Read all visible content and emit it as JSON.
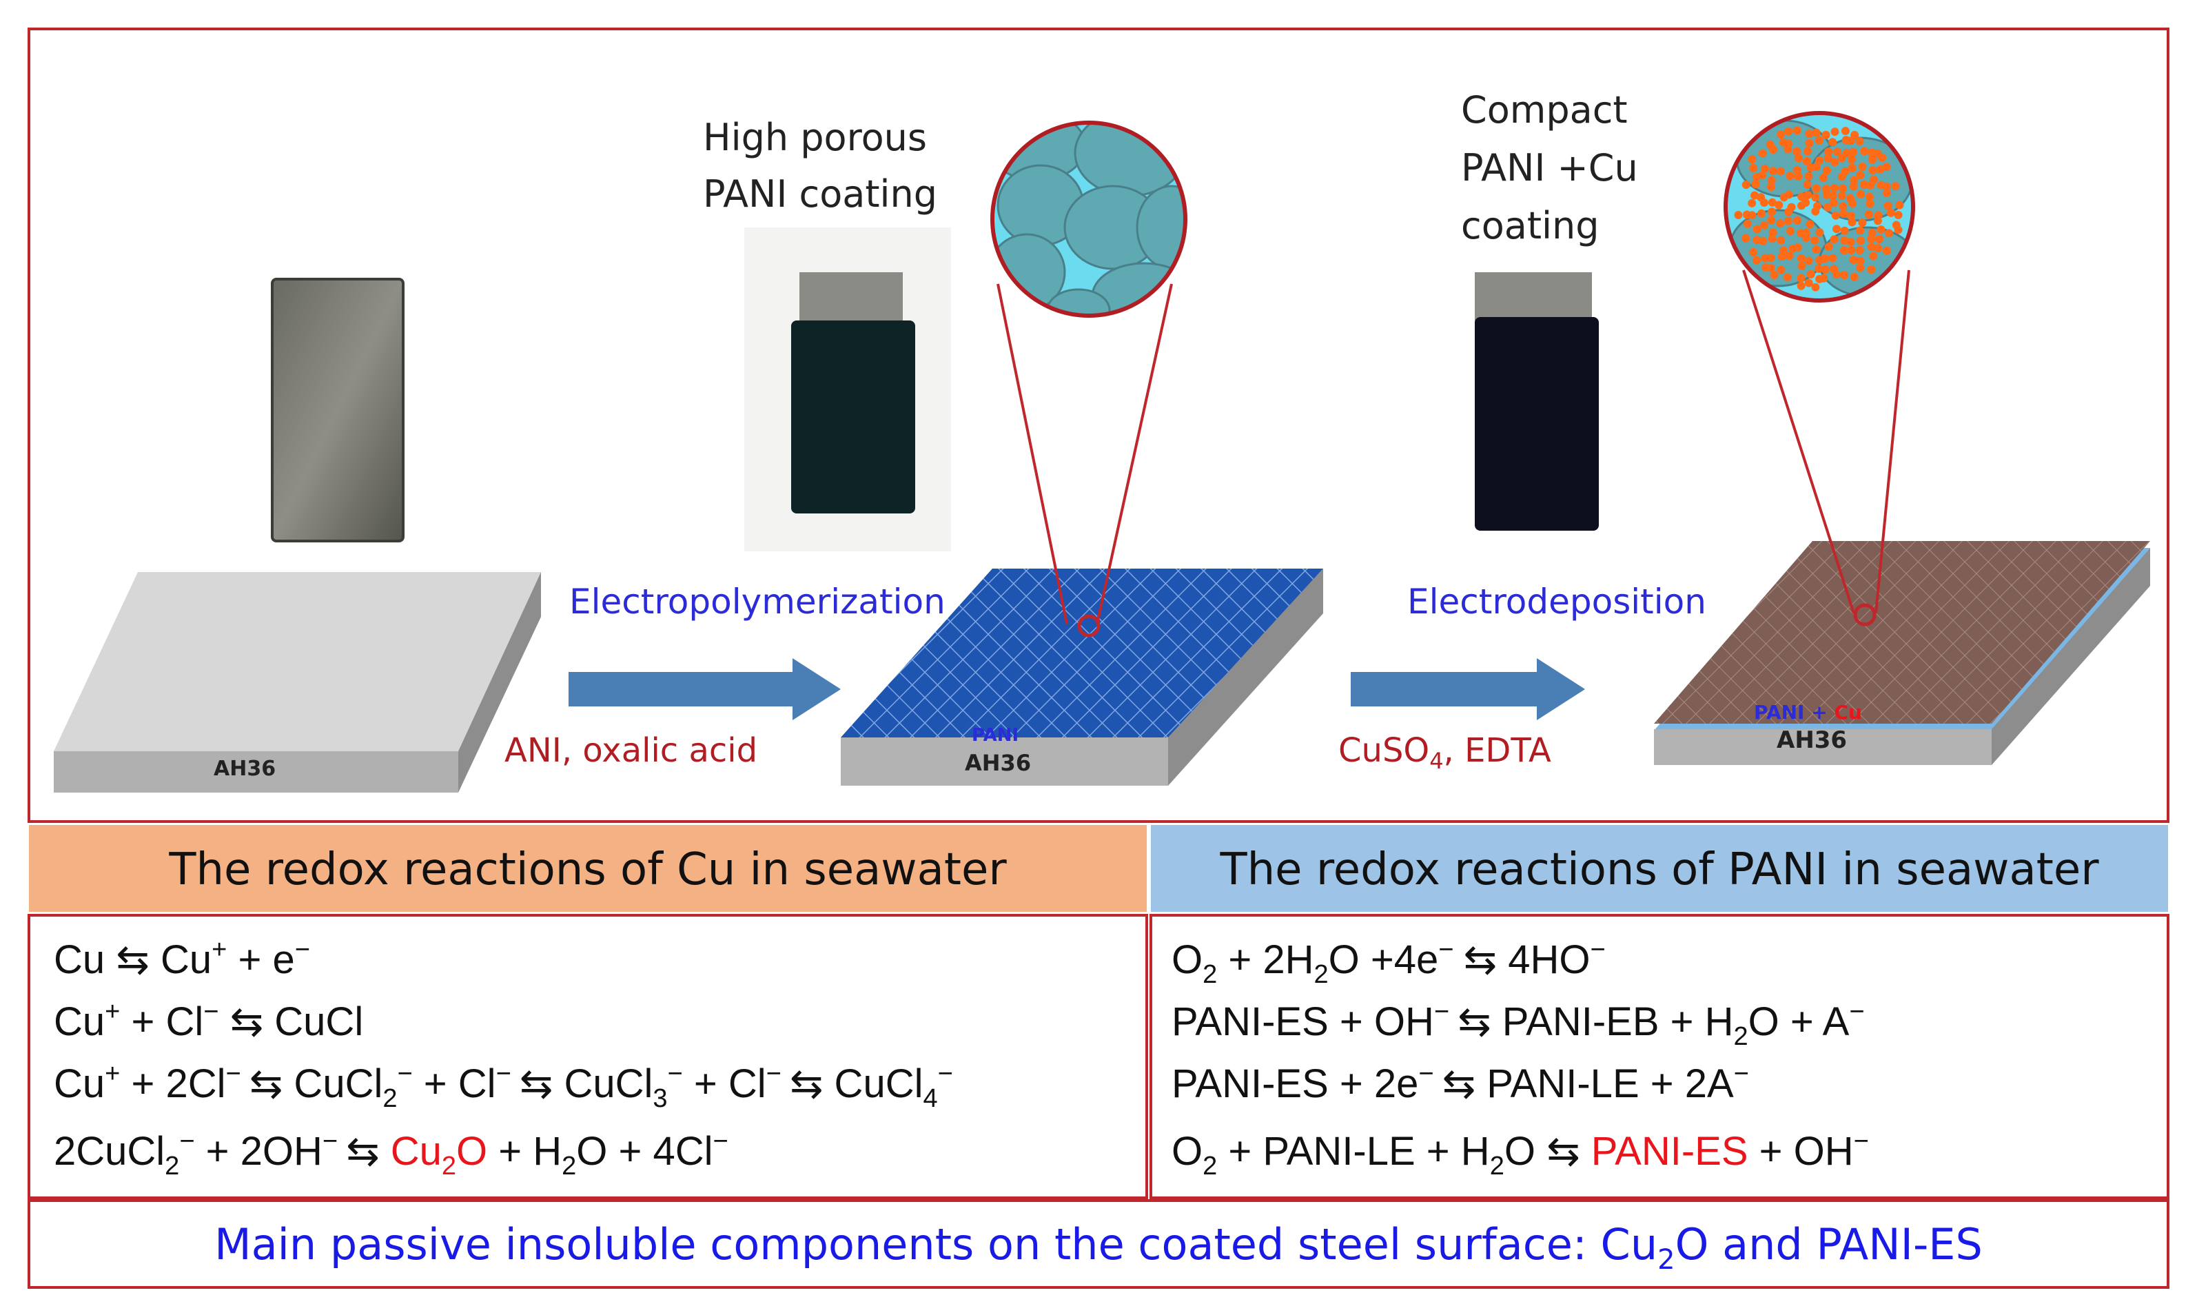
{
  "colors": {
    "frame": "#c0272d",
    "arrow": "#4a7fb5",
    "step_label": "#2b2bd8",
    "reagent": "#b01e23",
    "cu_header_bg": "#f4b183",
    "pani_header_bg": "#9dc3e6",
    "bare_top": "#d7d7d7",
    "pani_top": "#1e55b0",
    "pani_cu_top": "#7f5f55",
    "highlight_red": "#e8161c",
    "footer_text": "#1a1ae6",
    "dot_orange": "#ff6a16",
    "circle_fill": "#6bdcf0"
  },
  "stage1": {
    "substrate_label": "AH36"
  },
  "stage2": {
    "caption_line1": "High porous",
    "caption_line2": "PANI coating",
    "step_label": "Electropolymerization",
    "reagents": "ANI, oxalic acid",
    "layer_label": "PANI",
    "substrate_label": "AH36"
  },
  "stage3": {
    "caption_line1": "Compact",
    "caption_line2": "PANI +Cu",
    "caption_line3": "coating",
    "step_label": "Electrodeposition",
    "reagent_pre": "CuSO",
    "reagent_sub": "4",
    "reagent_post": ", EDTA",
    "layer_label_pani": "PANI + ",
    "layer_label_cu": "Cu",
    "substrate_label": "AH36"
  },
  "reactions": {
    "cu_header": "The redox reactions of Cu in seawater",
    "pani_header": "The redox reactions of PANI in seawater",
    "cu": {
      "r1_a": "Cu  ",
      "r1_arrow": "⇆",
      "r1_b": "  Cu",
      "r1_sup": "+",
      "r1_c": " + e",
      "r1_sup2": "−",
      "r2_a": "Cu",
      "r2_sup": "+",
      "r2_b": "  +  Cl",
      "r2_sup2": "−",
      "r2_c": "  ",
      "r2_arrow": "⇆",
      "r2_d": " CuCl",
      "r3_a": "Cu",
      "r3_sup": "+",
      "r3_b": " + 2Cl",
      "r3_sup2": "−",
      "r3_arrow1": "⇆",
      "r3_c": " CuCl",
      "r3_sub1": "2",
      "r3_sup3": "−",
      "r3_d": " + Cl",
      "r3_sup4": "−",
      "r3_arrow2": "⇆",
      "r3_e": " CuCl",
      "r3_sub2": "3",
      "r3_sup5": "−",
      "r3_f": " + Cl",
      "r3_sup6": "−",
      "r3_arrow3": "⇆",
      "r3_g": " CuCl",
      "r3_sub3": "4",
      "r3_sup7": "−",
      "r4_a": "2CuCl",
      "r4_sub1": "2",
      "r4_sup1": "−",
      "r4_b": " + 2OH",
      "r4_sup2": "−",
      "r4_arrow": "⇆",
      "r4_red": "Cu",
      "r4_red_sub": "2",
      "r4_red2": "O",
      "r4_c": " + H",
      "r4_sub2": "2",
      "r4_d": "O + 4Cl",
      "r4_sup3": "−"
    },
    "pani": {
      "r1_a": "O",
      "r1_sub1": "2",
      "r1_b": " + 2H",
      "r1_sub2": "2",
      "r1_c": "O +4e",
      "r1_sup1": "−",
      "r1_arrow": "⇆",
      "r1_d": " 4HO",
      "r1_sup2": "−",
      "r2_a": "PANI-ES + OH",
      "r2_sup1": "−",
      "r2_arrow": "⇆",
      "r2_b": " PANI-EB + H",
      "r2_sub": "2",
      "r2_c": "O + A",
      "r2_sup2": "−",
      "r3_a": "PANI-ES + 2e",
      "r3_sup1": "−",
      "r3_arrow": "⇆",
      "r3_b": " PANI-LE + 2A",
      "r3_sup2": "−",
      "r4_a": "O",
      "r4_sub1": "2",
      "r4_b": " + PANI-LE + H",
      "r4_sub2": "2",
      "r4_c": "O ",
      "r4_arrow": "⇆",
      "r4_red": " PANI-ES",
      "r4_d": " + OH",
      "r4_sup": "−"
    }
  },
  "footer": {
    "text_pre": "Main passive insoluble components on the coated steel surface: Cu",
    "text_sub": "2",
    "text_post": "O and PANI-ES"
  }
}
